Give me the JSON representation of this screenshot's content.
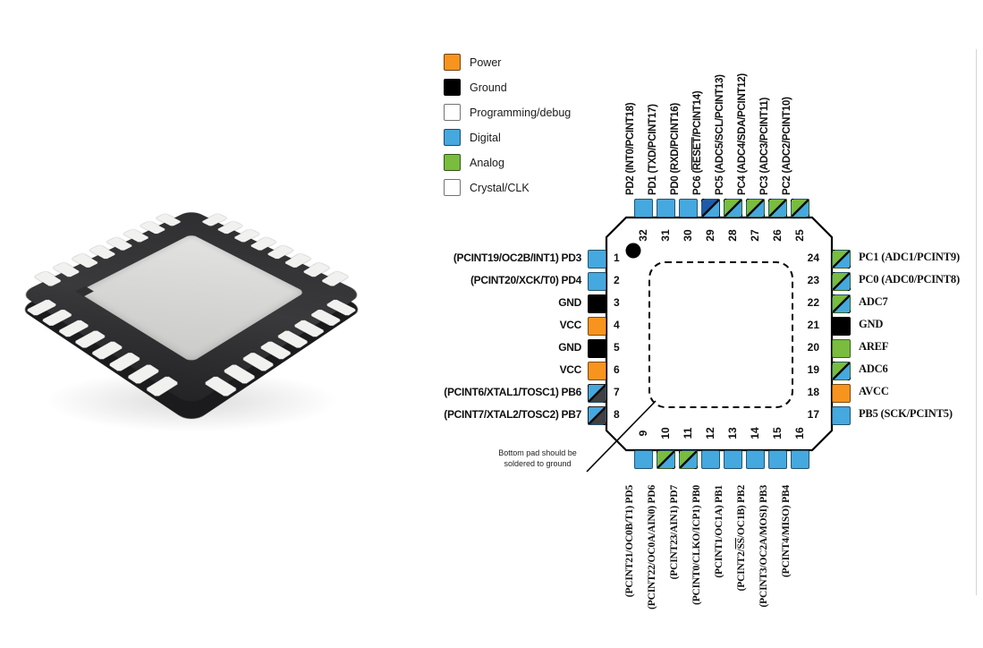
{
  "colors": {
    "power": "#F7941E",
    "ground": "#000000",
    "programming_debug": "#1E5AA8",
    "digital": "#45A8DE",
    "analog": "#79BC3E",
    "crystal_clk": "#414042"
  },
  "legend": {
    "items": [
      {
        "label": "Power",
        "type": "power"
      },
      {
        "label": "Ground",
        "type": "ground"
      },
      {
        "label": "Programming/debug",
        "type": "programming_debug"
      },
      {
        "label": "Digital",
        "type": "digital"
      },
      {
        "label": "Analog",
        "type": "analog"
      },
      {
        "label": "Crystal/CLK",
        "type": "crystal_clk"
      }
    ]
  },
  "chip": {
    "note_line1": "Bottom pad should be",
    "note_line2": "soldered to ground"
  },
  "photo": {
    "body_color": "#2f2f31",
    "underside_color": "#1b1b1d",
    "pad_color_light": "#e3e3e1",
    "pad_color_dark": "#cbcbc9",
    "pin_color": "#f1f1ef",
    "pins_per_side": 8
  },
  "pins": {
    "top": [
      {
        "num": "32",
        "type": "digital",
        "segments": [
          {
            "t": "PD2 (INT0/PCINT18)"
          }
        ]
      },
      {
        "num": "31",
        "type": "digital",
        "segments": [
          {
            "t": "PD1 (TXD/PCINT17)"
          }
        ]
      },
      {
        "num": "30",
        "type": "digital",
        "segments": [
          {
            "t": "PD0 (RXD/PCINT16)"
          }
        ]
      },
      {
        "num": "29",
        "type": "prog_digital",
        "segments": [
          {
            "t": "PC6 ("
          },
          {
            "t": "RESET",
            "ov": true
          },
          {
            "t": "/PCINT14)"
          }
        ]
      },
      {
        "num": "28",
        "type": "analog_digital",
        "segments": [
          {
            "t": "PC5 (ADC5/SCL/PCINT13)"
          }
        ]
      },
      {
        "num": "27",
        "type": "analog_digital",
        "segments": [
          {
            "t": "PC4 (ADC4/SDA/PCINT12)"
          }
        ]
      },
      {
        "num": "26",
        "type": "analog_digital",
        "segments": [
          {
            "t": "PC3 (ADC3/PCINT11)"
          }
        ]
      },
      {
        "num": "25",
        "type": "analog_digital",
        "segments": [
          {
            "t": "PC2 (ADC2/PCINT10)"
          }
        ]
      }
    ],
    "left": [
      {
        "num": "1",
        "type": "digital",
        "segments": [
          {
            "t": "(PCINT19/OC2B/INT1) PD3"
          }
        ]
      },
      {
        "num": "2",
        "type": "digital",
        "segments": [
          {
            "t": "(PCINT20/XCK/T0) PD4"
          }
        ]
      },
      {
        "num": "3",
        "type": "ground",
        "segments": [
          {
            "t": "GND"
          }
        ]
      },
      {
        "num": "4",
        "type": "power",
        "segments": [
          {
            "t": "VCC"
          }
        ]
      },
      {
        "num": "5",
        "type": "ground",
        "segments": [
          {
            "t": "GND"
          }
        ]
      },
      {
        "num": "6",
        "type": "power",
        "segments": [
          {
            "t": "VCC"
          }
        ]
      },
      {
        "num": "7",
        "type": "digital_crystal",
        "segments": [
          {
            "t": "(PCINT6/XTAL1/TOSC1) PB6"
          }
        ]
      },
      {
        "num": "8",
        "type": "digital_crystal",
        "segments": [
          {
            "t": "(PCINT7/XTAL2/TOSC2) PB7"
          }
        ]
      }
    ],
    "right": [
      {
        "num": "24",
        "type": "analog_digital",
        "segments": [
          {
            "t": "PC1 (ADC1/PCINT9)"
          }
        ]
      },
      {
        "num": "23",
        "type": "analog_digital",
        "segments": [
          {
            "t": "PC0 (ADC0/PCINT8)"
          }
        ]
      },
      {
        "num": "22",
        "type": "analog_digital",
        "segments": [
          {
            "t": "ADC7"
          }
        ]
      },
      {
        "num": "21",
        "type": "ground",
        "segments": [
          {
            "t": "GND"
          }
        ]
      },
      {
        "num": "20",
        "type": "analog",
        "segments": [
          {
            "t": "AREF"
          }
        ]
      },
      {
        "num": "19",
        "type": "analog_digital",
        "segments": [
          {
            "t": "ADC6"
          }
        ]
      },
      {
        "num": "18",
        "type": "power",
        "segments": [
          {
            "t": "AVCC"
          }
        ]
      },
      {
        "num": "17",
        "type": "digital",
        "segments": [
          {
            "t": "PB5 (SCK/PCINT5)"
          }
        ]
      }
    ],
    "bottom": [
      {
        "num": "9",
        "type": "digital",
        "segments": [
          {
            "t": "(PCINT21/OC0B/T1) PD5"
          }
        ]
      },
      {
        "num": "10",
        "type": "analog_digital",
        "segments": [
          {
            "t": "(PCINT22/OC0A/AIN0) PD6"
          }
        ]
      },
      {
        "num": "11",
        "type": "analog_digital",
        "segments": [
          {
            "t": "(PCINT23/AIN1) PD7"
          }
        ]
      },
      {
        "num": "12",
        "type": "digital",
        "segments": [
          {
            "t": "(PCINT0/CLKO/ICP1) PB0"
          }
        ]
      },
      {
        "num": "13",
        "type": "digital",
        "segments": [
          {
            "t": "(PCINT1/OC1A) PB1"
          }
        ]
      },
      {
        "num": "14",
        "type": "digital",
        "segments": [
          {
            "t": "(PCINT2/"
          },
          {
            "t": "SS",
            "ov": true
          },
          {
            "t": "/OC1B) PB2"
          }
        ]
      },
      {
        "num": "15",
        "type": "digital",
        "segments": [
          {
            "t": "(PCINT3/OC2A/MOSI) PB3"
          }
        ]
      },
      {
        "num": "16",
        "type": "digital",
        "segments": [
          {
            "t": "(PCINT4/MISO) PB4"
          }
        ]
      }
    ]
  }
}
